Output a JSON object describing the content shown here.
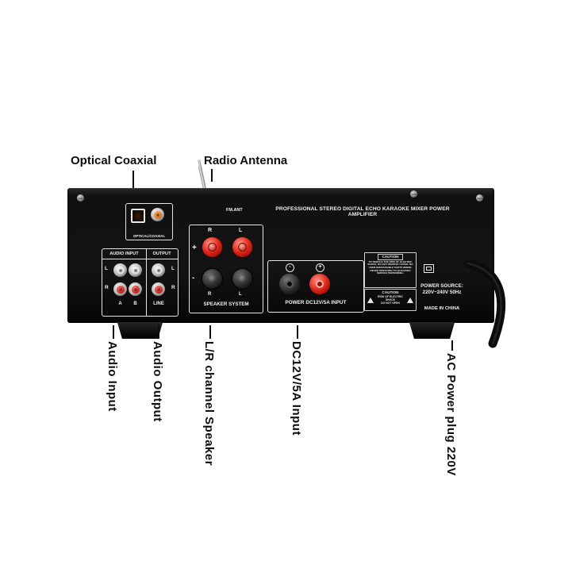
{
  "callouts": {
    "top": [
      {
        "label": "Optical Coaxial"
      },
      {
        "label": "Radio Antenna"
      }
    ],
    "bottom": [
      {
        "label": "Audio Input"
      },
      {
        "label": "Audio Output"
      },
      {
        "label": "L/R channel Speaker"
      },
      {
        "label": "DC12V/5A Input"
      },
      {
        "label": "AC Power plug 220V"
      }
    ]
  },
  "panel": {
    "title": "PROFESSIONAL STEREO DIGITAL ECHO KARAOKE MIXER POWER AMPLIFIER",
    "fm_ant_label": "FM.ANT",
    "optical": {
      "label": "OPTICAL/COAXIAL"
    },
    "audio": {
      "input_header": "AUDIO INPUT",
      "output_header": "OUTPUT",
      "left_l": "L",
      "left_r": "R",
      "right_l": "L",
      "right_r": "R",
      "col_a": "A",
      "col_b": "B",
      "col_line": "LINE"
    },
    "speaker": {
      "top_r": "R",
      "top_l": "L",
      "plus": "+",
      "minus": "-",
      "bottom_r": "R",
      "bottom_l": "L",
      "label": "SPEAKER SYSTEM"
    },
    "dc": {
      "minus_symbol": "-",
      "plus_symbol": "+",
      "label": "POWER DC12V/5A INPUT"
    },
    "caution_top": {
      "title": "CAUTION",
      "body": "TO REDUCE THE RISK OF ELECTRIC SHOCK, DO NOT REMOVE COVER. NO USER-SERVICEABLE PARTS INSIDE. REFER SERVICING TO QUALIFIED SERVICE PERSONNEL."
    },
    "caution_bottom": {
      "title": "CAUTION",
      "line1": "RISK OF ELECTRIC SHOCK",
      "line2": "DO NOT OPEN",
      "icons": [
        "lightning-warning-triangle",
        "exclamation-warning-triangle"
      ]
    },
    "power_source": {
      "line1": "POWER SOURCE:",
      "line2": "220V~240V  50Hz"
    },
    "made_in": "MADE IN CHINA"
  },
  "colors": {
    "panel_black": "#101010",
    "jack_red": "#cf1d14",
    "jack_white": "#e9e9e9",
    "coax_orange": "#e2711c",
    "post_red": "#e2261c",
    "label_text": "#0d0d0d",
    "panel_text": "#f1f1f1"
  }
}
